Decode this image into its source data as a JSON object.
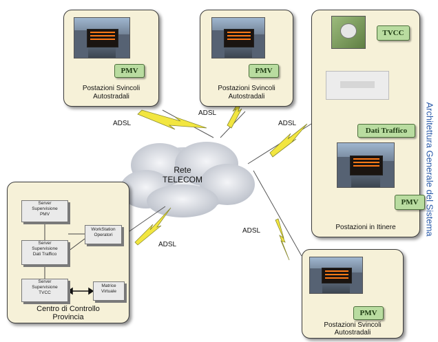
{
  "title": "Architettura Generale del Sistema",
  "cloud": {
    "line1": "Rete",
    "line2": "TELECOM"
  },
  "adsl_label": "ADSL",
  "stations": {
    "top_left": {
      "tag": "PMV",
      "line1": "Postazioni Svincoli",
      "line2": "Autostradali"
    },
    "top_center": {
      "tag": "PMV",
      "line1": "Postazioni Svincoli",
      "line2": "Autostradali"
    },
    "bottom_right": {
      "tag": "PMV",
      "line1": "Postazioni Svincoli",
      "line2": "Autostradali"
    }
  },
  "itinere": {
    "tvcc": "TVCC",
    "traffic": "Dati Traffico",
    "pmv": "PMV",
    "label": "Postazioni in Itinere"
  },
  "control": {
    "label_line1": "Centro di Controllo",
    "label_line2": "Provincia",
    "server_pmv": [
      "Server",
      "Supervisione",
      "PMV"
    ],
    "server_traffic": [
      "Server",
      "Supervisione",
      "Dati Traffico"
    ],
    "server_tvcc": [
      "Server",
      "Supervisione",
      "TVCC"
    ],
    "workstation": [
      "WorkStation",
      "Operatori"
    ],
    "matrix": [
      "Matrice",
      "Virtuale"
    ]
  },
  "colors": {
    "panel": "#f6f1d8",
    "tag": "#b9dca0",
    "lightning": "#f2e640",
    "title": "#2a5aa8"
  }
}
